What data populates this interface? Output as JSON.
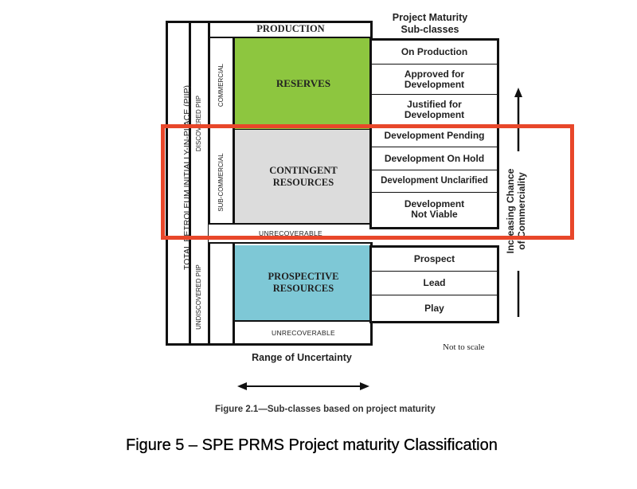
{
  "header": {
    "sub_classes_title": "Project Maturity\nSub-classes",
    "production": "PRODUCTION"
  },
  "left_labels": {
    "total_pip": "TOTAL PETROLEUM INITIALLY-IN-PLACE (PIIP)",
    "discovered_pip": "DISCOVERED PIIP",
    "undiscovered_pip": "UNDISCOVERED PIIP",
    "commercial": "COMMERCIAL",
    "sub_commercial": "SUB-COMMERCIAL"
  },
  "blocks": {
    "reserves": "RESERVES",
    "contingent": "CONTINGENT\nRESOURCES",
    "unrecoverable_mid": "UNRECOVERABLE",
    "prospective": "PROSPECTIVE\nRESOURCES",
    "unrecoverable_bottom": "UNRECOVERABLE"
  },
  "sub_classes": [
    "On Production",
    "Approved for\nDevelopment",
    "Justified for\nDevelopment",
    "Development Pending",
    "Development On Hold",
    "Development Unclarified",
    "Development\nNot Viable",
    "Prospect",
    "Lead",
    "Play"
  ],
  "side_axis": "Increasing Chance\nof Commerciality",
  "not_to_scale": "Not to scale",
  "range_label": "Range of Uncertainty",
  "figure_caption": "Figure 2.1—Sub-classes based on project maturity",
  "main_caption": "Figure 5 – SPE PRMS Project maturity Classification",
  "colors": {
    "reserves": "#8dc63f",
    "contingent": "#dcdcdc",
    "prospective": "#7ec8d6",
    "highlight": "#e8472a"
  }
}
